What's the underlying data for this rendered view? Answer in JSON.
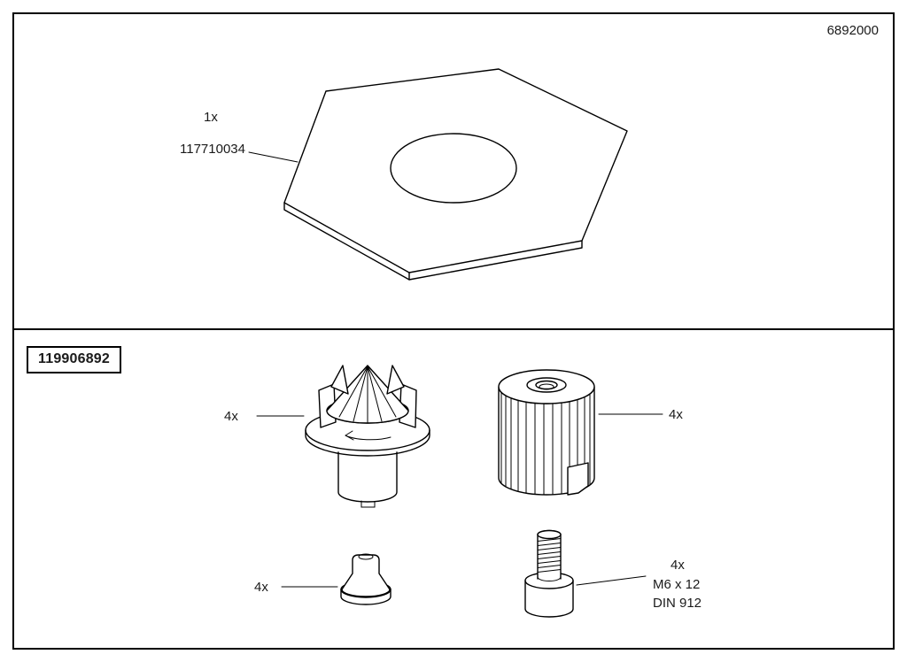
{
  "header": {
    "doc_number": "6892000"
  },
  "top_panel": {
    "plate": {
      "qty": "1x",
      "part_number": "117710034"
    }
  },
  "bottom_panel": {
    "kit_number": "119906892",
    "expander_clip": {
      "qty": "4x"
    },
    "knurled_sleeve": {
      "qty": "4x"
    },
    "grommet": {
      "qty": "4x"
    },
    "screw": {
      "qty": "4x",
      "size": "M6 x 12",
      "standard": "DIN 912"
    }
  },
  "colors": {
    "line": "#000000",
    "background": "#ffffff",
    "text": "#1a1a1a"
  }
}
